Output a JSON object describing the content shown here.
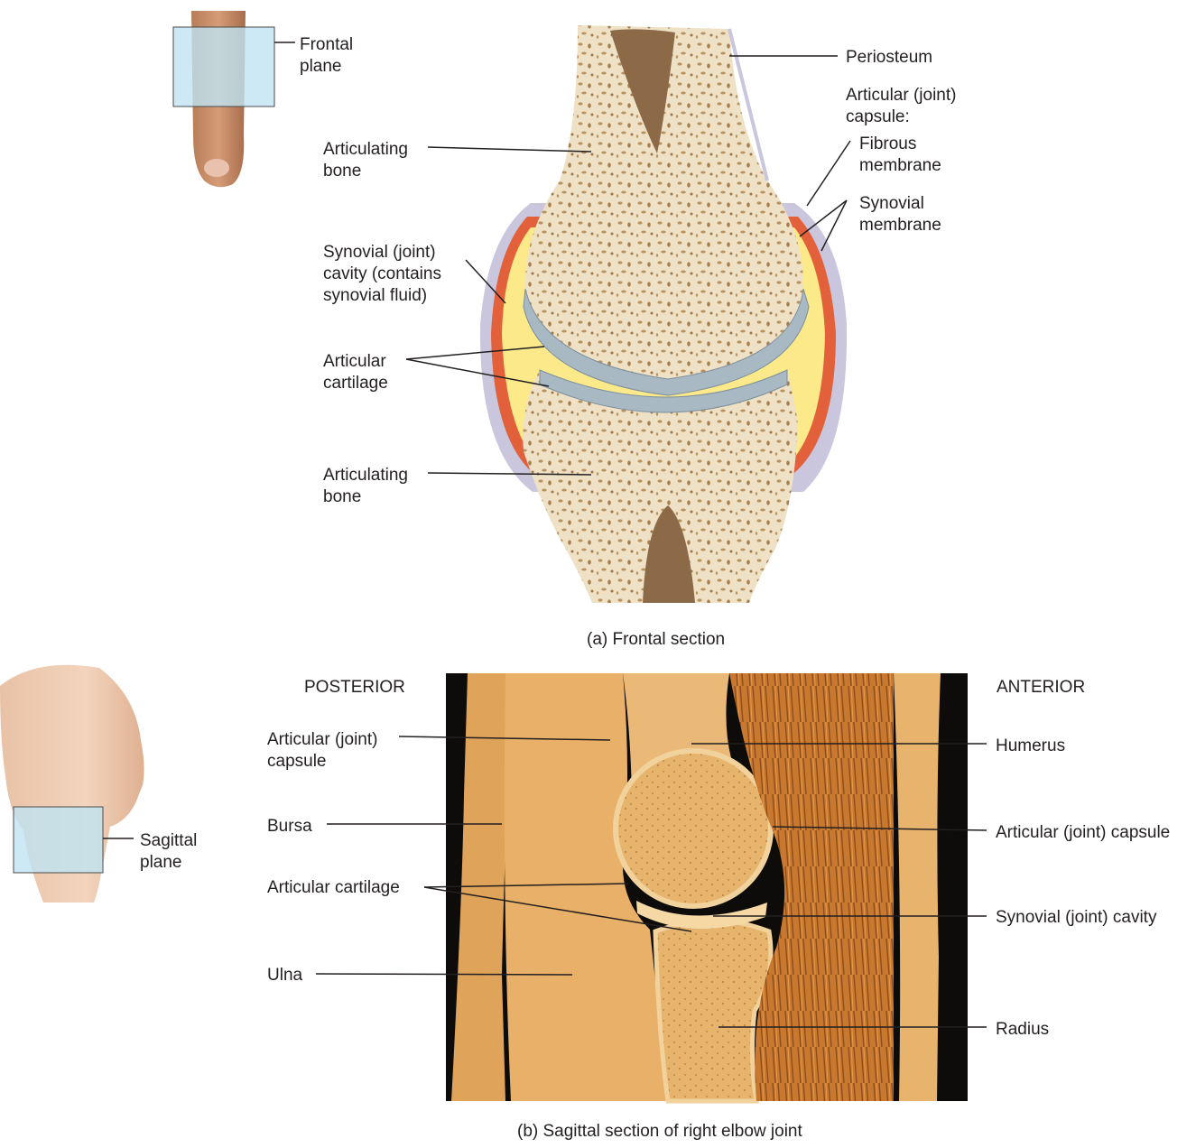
{
  "panel_a": {
    "caption": "(a) Frontal section",
    "inset_label": "Frontal\nplane",
    "labels": {
      "articulating_bone_top": "Articulating\nbone",
      "synovial_cavity": "Synovial (joint)\ncavity (contains\nsynovial fluid)",
      "articular_cartilage": "Articular\ncartilage",
      "articulating_bone_bottom": "Articulating\nbone",
      "periosteum": "Periosteum",
      "joint_capsule": "Articular (joint)\ncapsule:",
      "fibrous_membrane": "Fibrous\nmembrane",
      "synovial_membrane": "Synovial\nmembrane"
    }
  },
  "panel_b": {
    "caption": "(b) Sagittal section of right elbow joint",
    "inset_label": "Sagittal\nplane",
    "orientation": {
      "left": "POSTERIOR",
      "right": "ANTERIOR"
    },
    "labels": {
      "joint_capsule_left": "Articular (joint)\ncapsule",
      "bursa": "Bursa",
      "articular_cartilage": "Articular cartilage",
      "ulna": "Ulna",
      "humerus": "Humerus",
      "joint_capsule_right": "Articular (joint) capsule",
      "synovial_cavity": "Synovial (joint) cavity",
      "radius": "Radius"
    }
  },
  "colors": {
    "bone": "#efe1c6",
    "spongy": "#b8935f",
    "cartilage": "#a9b9c4",
    "synovial_fluid": "#fbe98a",
    "synovial_membrane": "#e2603a",
    "fibrous_capsule": "#c9c6dd",
    "plane": "#bfe3f2",
    "photo_bg": "#0d0c0a",
    "specimen": "#dfa25a"
  }
}
